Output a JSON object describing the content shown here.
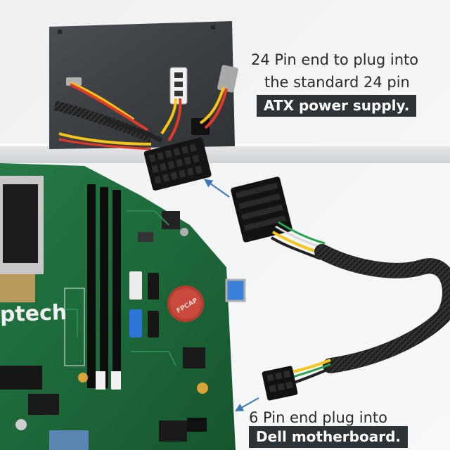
{
  "top_caption": {
    "line1": "24 Pin end to plug into",
    "line2": "the standard 24 pin",
    "line3": "ATX power supply."
  },
  "bottom_caption": {
    "line1": "6 Pin end plug into",
    "line2": "Dell motherboard."
  },
  "board_brand": "ptech",
  "capacitor_label": "FPCAP",
  "colors": {
    "background": "#f3f4f6",
    "psu": "#3c4043",
    "pcb": "#1f6b3c",
    "caption_box": "#2e3338",
    "arrow": "#3d78b8"
  }
}
